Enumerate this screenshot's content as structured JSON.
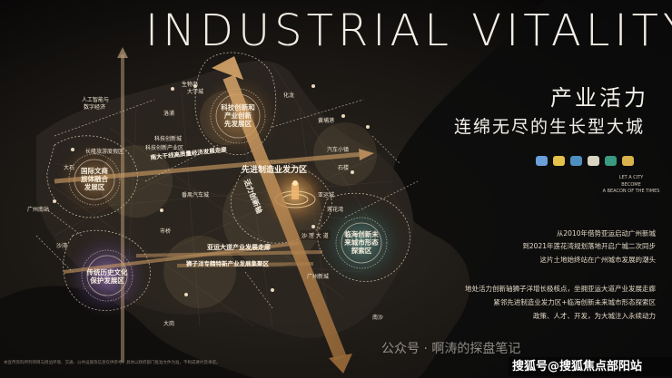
{
  "header": {
    "title_en": "INDUSTRIAL VITALITY",
    "title_cn": "产业活力",
    "subtitle_cn": "连绵无尽的生长型大城"
  },
  "tagline": {
    "line1": "LET A CITY",
    "line2": "BECOME",
    "line3": "A BEACON OF THE TIMES"
  },
  "logos": [
    "#6a9fd8",
    "#e3c14a",
    "#4f8fc0",
    "#d9d3c2",
    "#3a9a7f",
    "#d8b24a"
  ],
  "info": {
    "line1": "从2010年借势亚运启动广州新城",
    "line2": "到2021年莲花湾规划落地开启广城二次同步",
    "line3": "这片土地始终站在广州城市发展的潮头",
    "line4": "地处活力创新轴狮子洋增长极核点，坐拥亚运大道产业发展走廊",
    "line5": "紧邻先进制造业发力区+临海创新未来城市形态探索区",
    "line6": "政策、人才、开发，为大城注入永续动力"
  },
  "zones": {
    "tech_innovation": [
      "科技创新和",
      "产业创新",
      "先发展区"
    ],
    "international_culture": [
      "国际文商",
      "旅体融合",
      "发展区"
    ],
    "historic_culture": [
      "传统历史文化",
      "保护发展区"
    ],
    "coastal_innovation": [
      "临海创新未",
      "来城市形态",
      "探索区"
    ]
  },
  "bands": {
    "advanced_manufacturing": "先进制造业发力区",
    "innovation_axis": "活力创新轴",
    "yayun_corridor": "亚运大道产业发展走廊",
    "shiziyang_growth": "狮子洋专精特新产业发展集聚区",
    "nansha_band": "南大干线高质量经济发展走廊"
  },
  "places": {
    "p1": "人工智能与",
    "p2": "数字经济",
    "p3": "科技创新城",
    "p4": "大学城",
    "p5": "科技创新产业区",
    "p6": "广州南站",
    "p7": "番禺汽车城",
    "p8": "亚运城",
    "p9": "石楼",
    "p10": "化龙",
    "p11": "长隆旅游度假区",
    "p12": "生物岛",
    "p13": "黄埔港",
    "p14": "南沙",
    "p15": "大石",
    "p16": "洛浦",
    "p17": "市桥",
    "p18": "沙湾",
    "p19": "大岗",
    "p20": "广州新城",
    "p21": "汽车小镇",
    "p22": "莲花湾",
    "hub": "沙 滘 大 道"
  },
  "footnote": "本宣传资料所列项目与周边环境、交通、公共设施等信息仅供参考，具体以政府部门批准文件为准，不构成要约及承诺。",
  "watermark": {
    "text1": "公众号 · 啊涛的探盘笔记",
    "text2": "搜狐号@搜狐焦点部阳站"
  }
}
